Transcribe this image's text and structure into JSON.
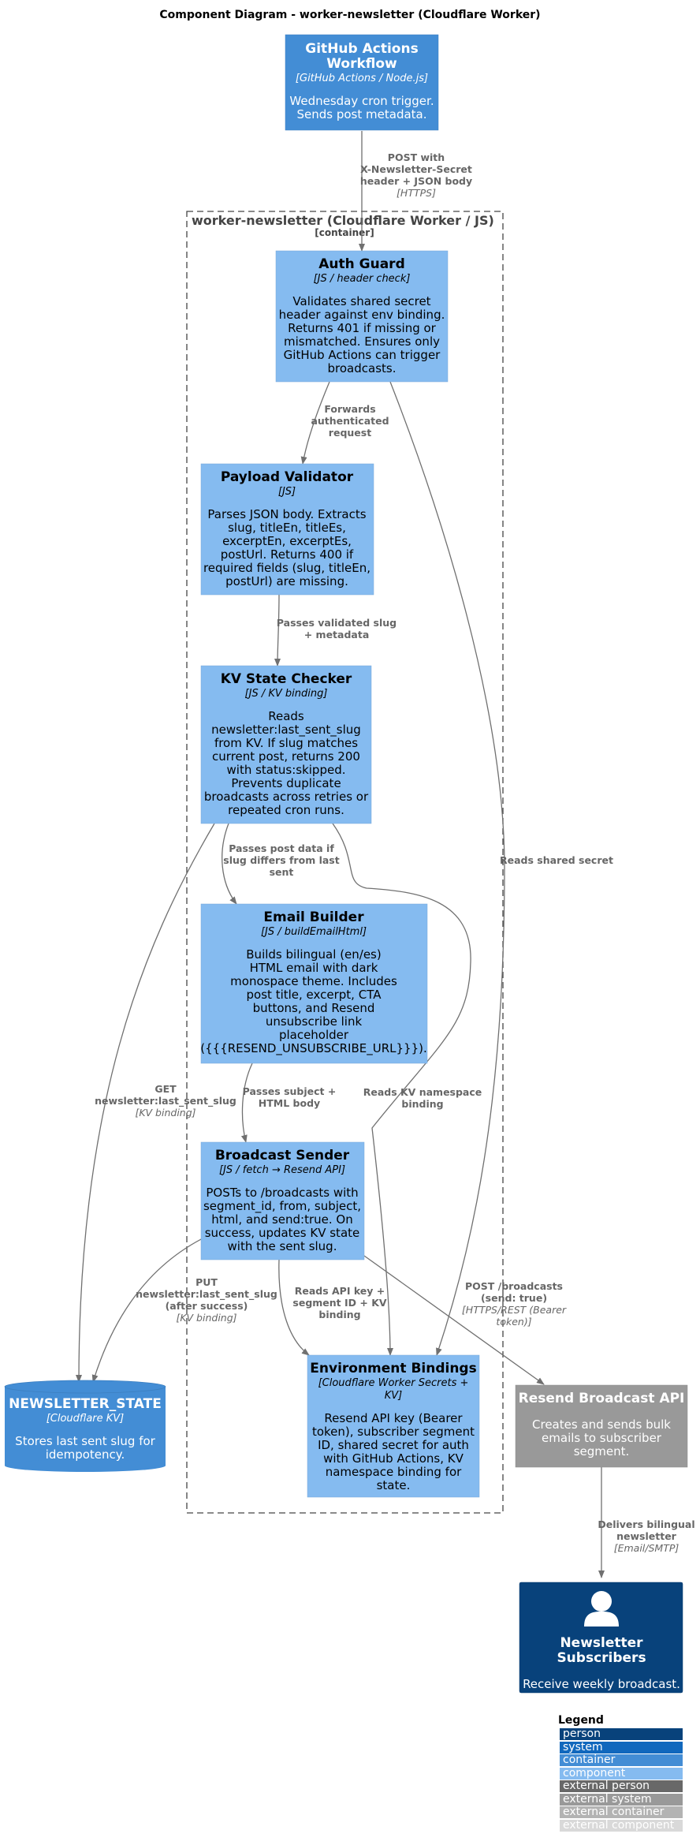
{
  "title": "Component Diagram - worker-newsletter (Cloudflare Worker)",
  "colors": {
    "person": "#08427B",
    "system": "#1168BD",
    "container": "#438DD5",
    "component": "#85BBF0",
    "external_person": "#686868",
    "external_system": "#999999",
    "external_container": "#B3B3B3",
    "external_component": "#D9D9D9",
    "edge": "#707070",
    "edge_label": "#666666"
  },
  "boundary": {
    "title": "worker-newsletter (Cloudflare Worker / JS)",
    "stereotype": "[container]"
  },
  "nodes": {
    "github": {
      "title_lines": [
        "GitHub Actions",
        "Workflow"
      ],
      "tech": "[GitHub Actions / Node.js]",
      "desc_lines": [
        "Wednesday cron trigger.",
        "Sends post metadata."
      ]
    },
    "auth": {
      "title_lines": [
        "Auth Guard"
      ],
      "tech": "[JS / header check]",
      "desc_lines": [
        "Validates shared secret",
        "header against env binding.",
        "Returns 401 if missing or",
        "mismatched. Ensures only",
        "GitHub Actions can trigger",
        "broadcasts."
      ]
    },
    "validator": {
      "title_lines": [
        "Payload Validator"
      ],
      "tech": "[JS]",
      "desc_lines": [
        "Parses JSON body. Extracts",
        "slug, titleEn, titleEs,",
        "excerptEn, excerptEs,",
        "postUrl. Returns 400 if",
        "required fields (slug, titleEn,",
        "postUrl) are missing."
      ]
    },
    "kvcheck": {
      "title_lines": [
        "KV State Checker"
      ],
      "tech": "[JS / KV binding]",
      "desc_lines": [
        "Reads",
        "newsletter:last_sent_slug",
        "from KV. If slug matches",
        "current post, returns 200",
        "with status:skipped.",
        "Prevents duplicate",
        "broadcasts across retries or",
        "repeated cron runs."
      ]
    },
    "email": {
      "title_lines": [
        "Email Builder"
      ],
      "tech": "[JS / buildEmailHtml]",
      "desc_lines": [
        "Builds bilingual (en/es)",
        "HTML email with dark",
        "monospace theme. Includes",
        "post title, excerpt, CTA",
        "buttons, and Resend",
        "unsubscribe link",
        "placeholder",
        "({{{RESEND_UNSUBSCRIBE_URL}}})."
      ]
    },
    "sender": {
      "title_lines": [
        "Broadcast Sender"
      ],
      "tech": "[JS / fetch → Resend API]",
      "desc_lines": [
        "POSTs to /broadcasts with",
        "segment_id, from, subject,",
        "html, and send:true. On",
        "success, updates KV state",
        "with the sent slug."
      ]
    },
    "env": {
      "title_lines": [
        "Environment Bindings"
      ],
      "tech_lines": [
        "[Cloudflare Worker Secrets +",
        "KV]"
      ],
      "desc_lines": [
        "Resend API key (Bearer",
        "token), subscriber segment",
        "ID, shared secret for auth",
        "with GitHub Actions, KV",
        "namespace binding for",
        "state."
      ]
    },
    "state": {
      "title_lines": [
        "NEWSLETTER_STATE"
      ],
      "tech": "[Cloudflare KV]",
      "desc_lines": [
        "Stores last sent slug for",
        "idempotency."
      ]
    },
    "resend": {
      "title_lines": [
        "Resend Broadcast API"
      ],
      "desc_lines": [
        "Creates and sends bulk",
        "emails to subscriber",
        "segment."
      ]
    },
    "subscribers": {
      "title_lines": [
        "Newsletter",
        "Subscribers"
      ],
      "desc_lines": [
        "Receive weekly broadcast."
      ]
    }
  },
  "edges": {
    "gh_auth": {
      "lines": [
        "POST with",
        "X-Newsletter-Secret",
        "header + JSON body"
      ],
      "tech": "[HTTPS]"
    },
    "auth_validator": {
      "lines": [
        "Forwards",
        "authenticated",
        "request"
      ]
    },
    "auth_env": {
      "lines": [
        "Reads shared secret"
      ]
    },
    "validator_kv": {
      "lines": [
        "Passes validated slug",
        "+ metadata"
      ]
    },
    "kv_email": {
      "lines": [
        "Passes post data if",
        "slug differs from last",
        "sent"
      ]
    },
    "kv_state": {
      "lines": [
        "GET",
        "newsletter:last_sent_slug"
      ],
      "tech": "[KV binding]"
    },
    "kv_env": {
      "lines": [
        "Reads KV namespace",
        "binding"
      ]
    },
    "email_sender": {
      "lines": [
        "Passes subject +",
        "HTML body"
      ]
    },
    "sender_state": {
      "lines": [
        "PUT",
        "newsletter:last_sent_slug",
        "(after success)"
      ],
      "tech": "[KV binding]"
    },
    "sender_env": {
      "lines": [
        "Reads API key +",
        "segment ID + KV",
        "binding"
      ]
    },
    "sender_resend": {
      "lines": [
        "POST /broadcasts",
        "(send: true)"
      ],
      "tech_lines": [
        "[HTTPS/REST (Bearer",
        "token)]"
      ]
    },
    "resend_subs": {
      "lines": [
        "Delivers bilingual",
        "newsletter"
      ],
      "tech": "[Email/SMTP]"
    }
  },
  "legend": {
    "title": "Legend",
    "items": [
      "person",
      "system",
      "container",
      "component",
      "external person",
      "external system",
      "external container",
      "external component"
    ]
  }
}
